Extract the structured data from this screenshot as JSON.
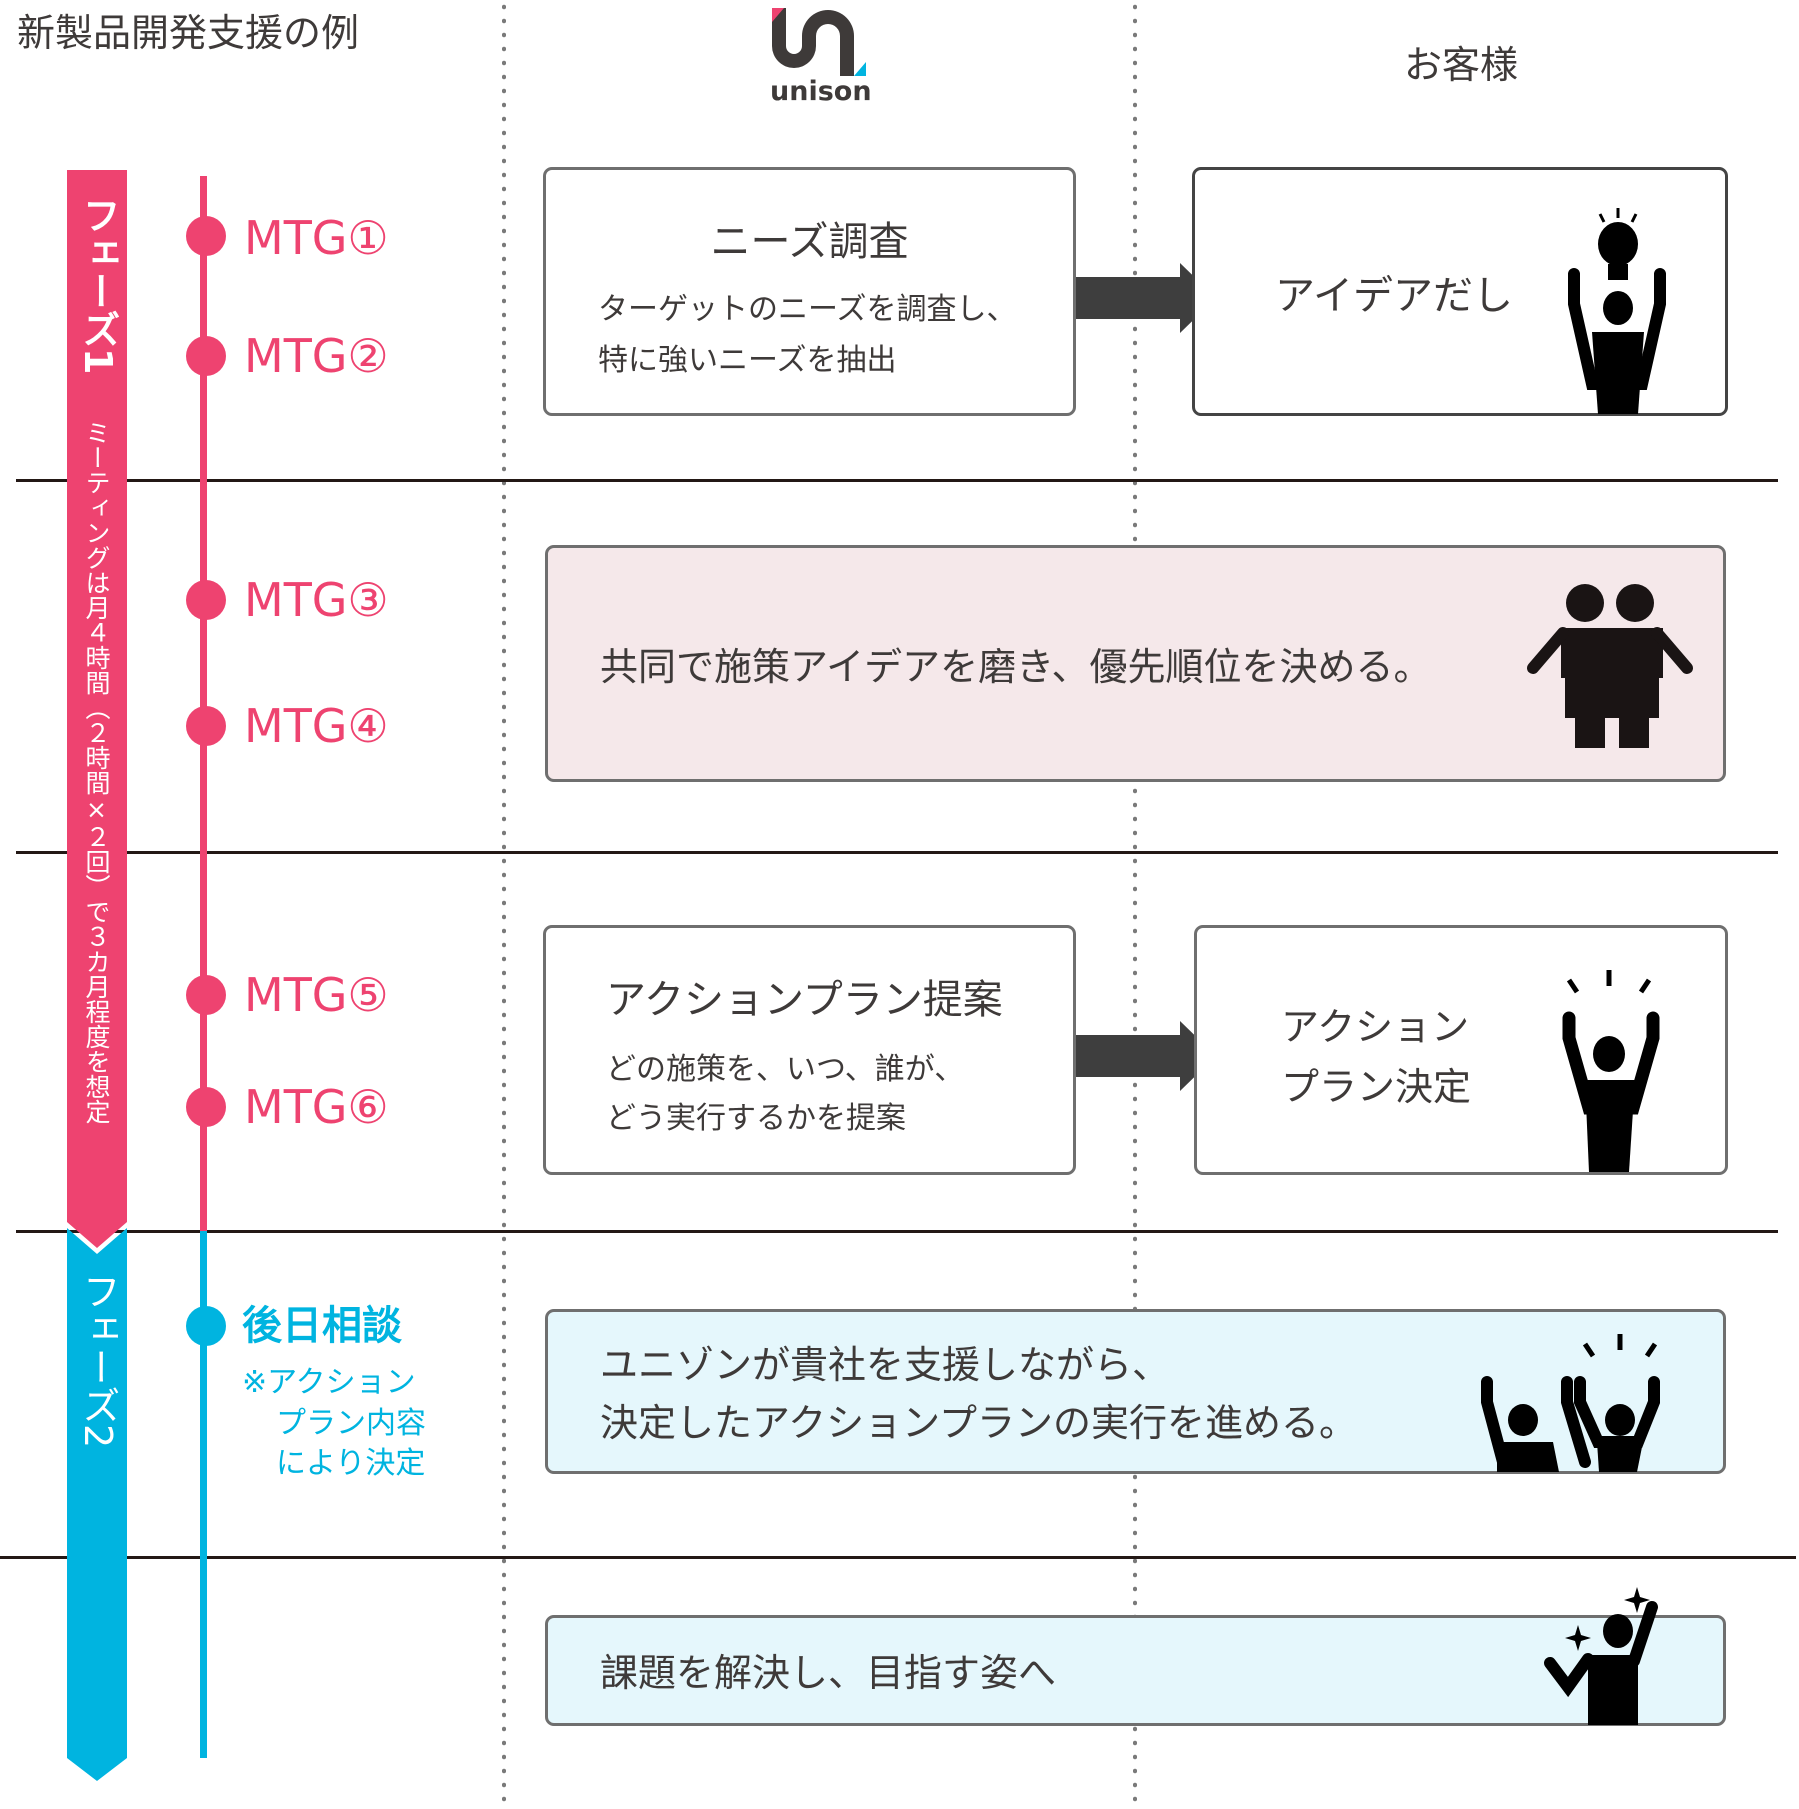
{
  "title": "新製品開発支援の例",
  "logo": {
    "text": "unison"
  },
  "columns": {
    "customer": "お客様"
  },
  "colors": {
    "pink": "#ee4370",
    "blue": "#00b4e0",
    "pink_bg": "#f5e8ea",
    "blue_bg": "#e5f7fc"
  },
  "phases": [
    {
      "label": "フェーズ1",
      "note": "ミーティングは月４時間（２時間×２回）で３カ月程度を想定"
    },
    {
      "label": "フェーズ2"
    }
  ],
  "meetings": [
    "MTG①",
    "MTG②",
    "MTG③",
    "MTG④",
    "MTG⑤",
    "MTG⑥"
  ],
  "followup": {
    "label": "後日相談",
    "note": [
      "※アクション",
      "プラン内容",
      "により決定"
    ]
  },
  "steps": {
    "needs": {
      "title": "ニーズ調査",
      "lines": [
        "ターゲットのニーズを調査し、",
        "特に強いニーズを抽出"
      ]
    },
    "idea": {
      "title": "アイデアだし"
    },
    "refine": {
      "text": "共同で施策アイデアを磨き、優先順位を決める。"
    },
    "proposal": {
      "title": "アクションプラン提案",
      "lines": [
        "どの施策を、いつ、誰が、",
        "どう実行するかを提案"
      ]
    },
    "decision": {
      "lines": [
        "アクション",
        "プラン決定"
      ]
    },
    "execute": {
      "lines": [
        "ユニゾンが貴社を支援しながら、",
        "決定したアクションプランの実行を進める。"
      ]
    },
    "goal": {
      "text": "課題を解決し、目指す姿へ"
    }
  }
}
